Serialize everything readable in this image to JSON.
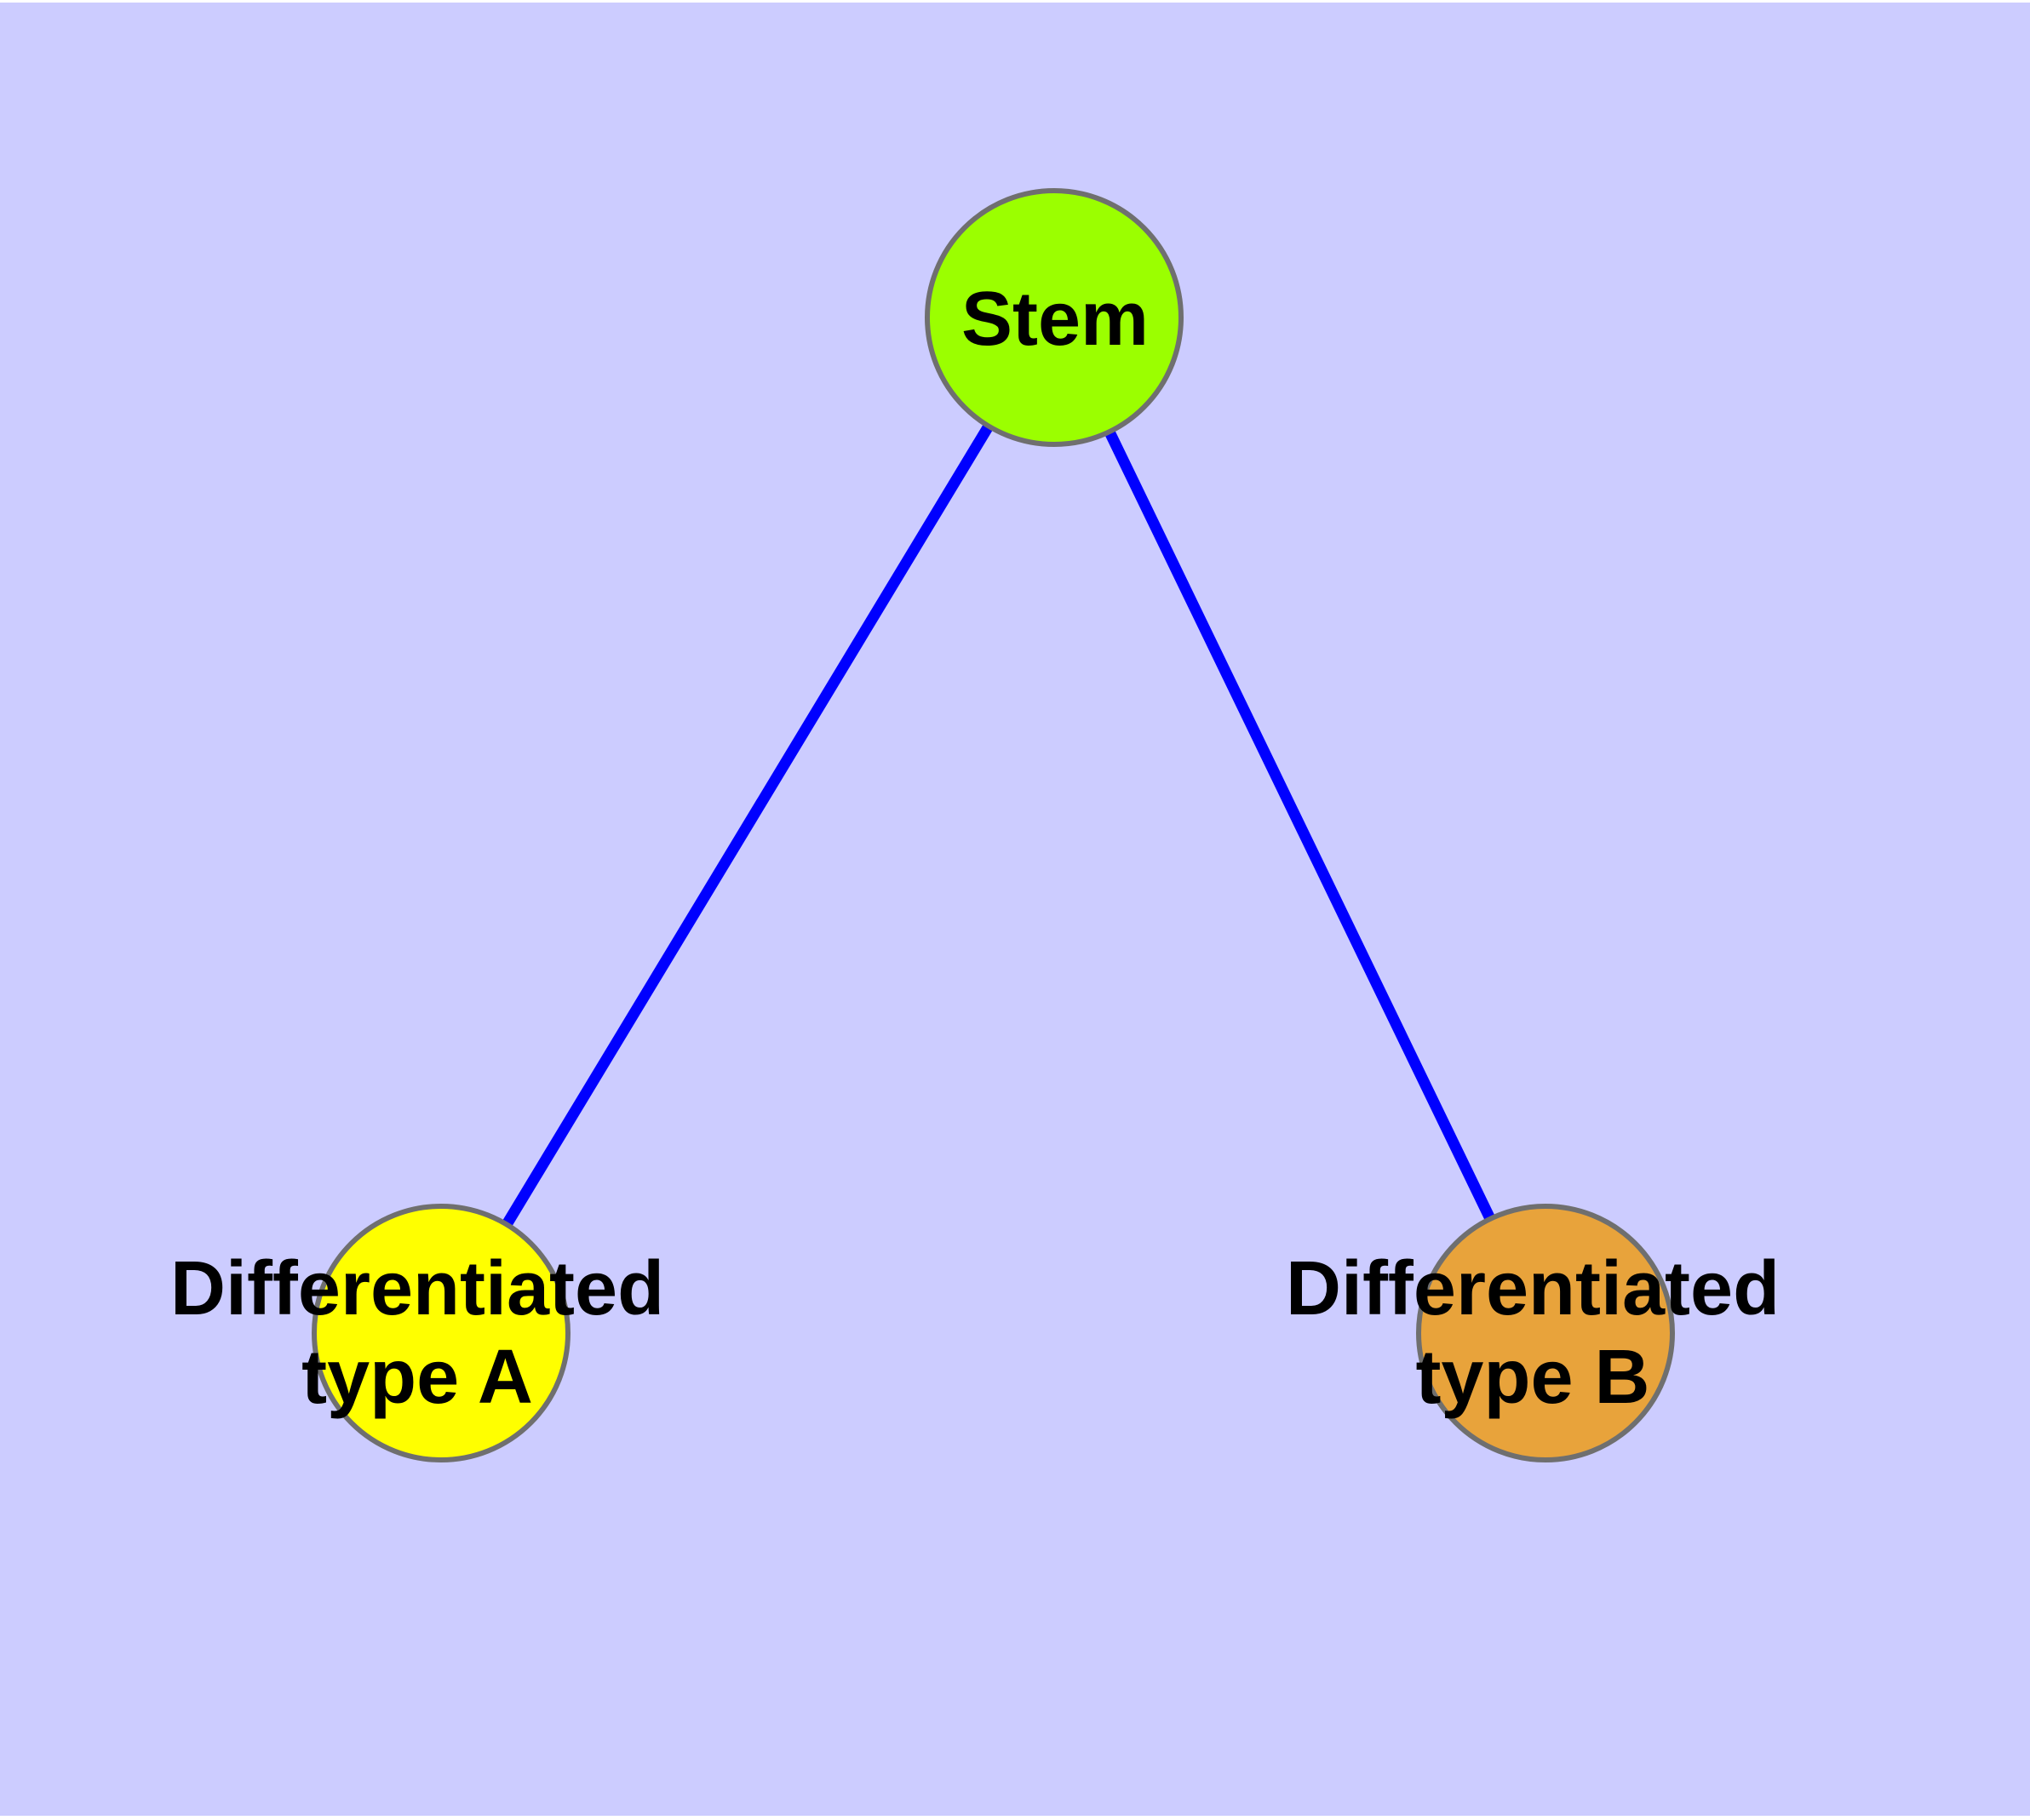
{
  "diagram": {
    "background_color": "#CCCCFF",
    "top_bottom_margin_color": "#FFFFFF",
    "edge_color": "#0000FF",
    "node_border_color": "#6F6F6F",
    "label_color": "#000000",
    "nodes": [
      {
        "id": "stem",
        "label": "Stem",
        "fill": "#9BFF00"
      },
      {
        "id": "differentiated-type-a",
        "label": "Differentiated\ntype A",
        "fill": "#FFFF00"
      },
      {
        "id": "differentiated-type-b",
        "label": "Differentiated\ntype B",
        "fill": "#E8A33B"
      }
    ],
    "edges": [
      {
        "from": "stem",
        "to": "differentiated-type-a"
      },
      {
        "from": "stem",
        "to": "differentiated-type-b"
      }
    ]
  }
}
